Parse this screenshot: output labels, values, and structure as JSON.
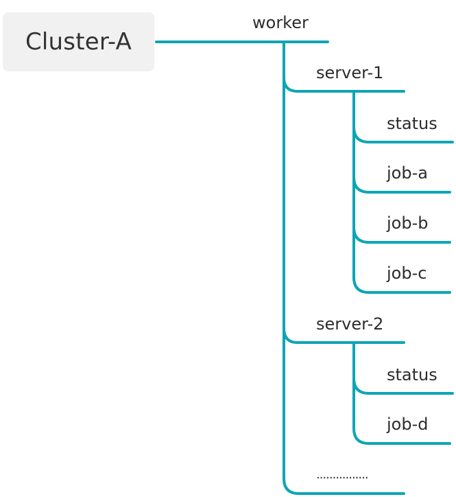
{
  "colors": {
    "connector": "#0ea5b5",
    "root_bg": "#f1f1f1",
    "text": "#2c2c2c"
  },
  "root": {
    "label": "Cluster-A"
  },
  "worker": {
    "label": "worker"
  },
  "servers": [
    {
      "label": "server-1",
      "children": [
        "status",
        "job-a",
        "job-b",
        "job-c"
      ]
    },
    {
      "label": "server-2",
      "children": [
        "status",
        "job-d"
      ]
    }
  ],
  "more": {
    "label": "................"
  }
}
